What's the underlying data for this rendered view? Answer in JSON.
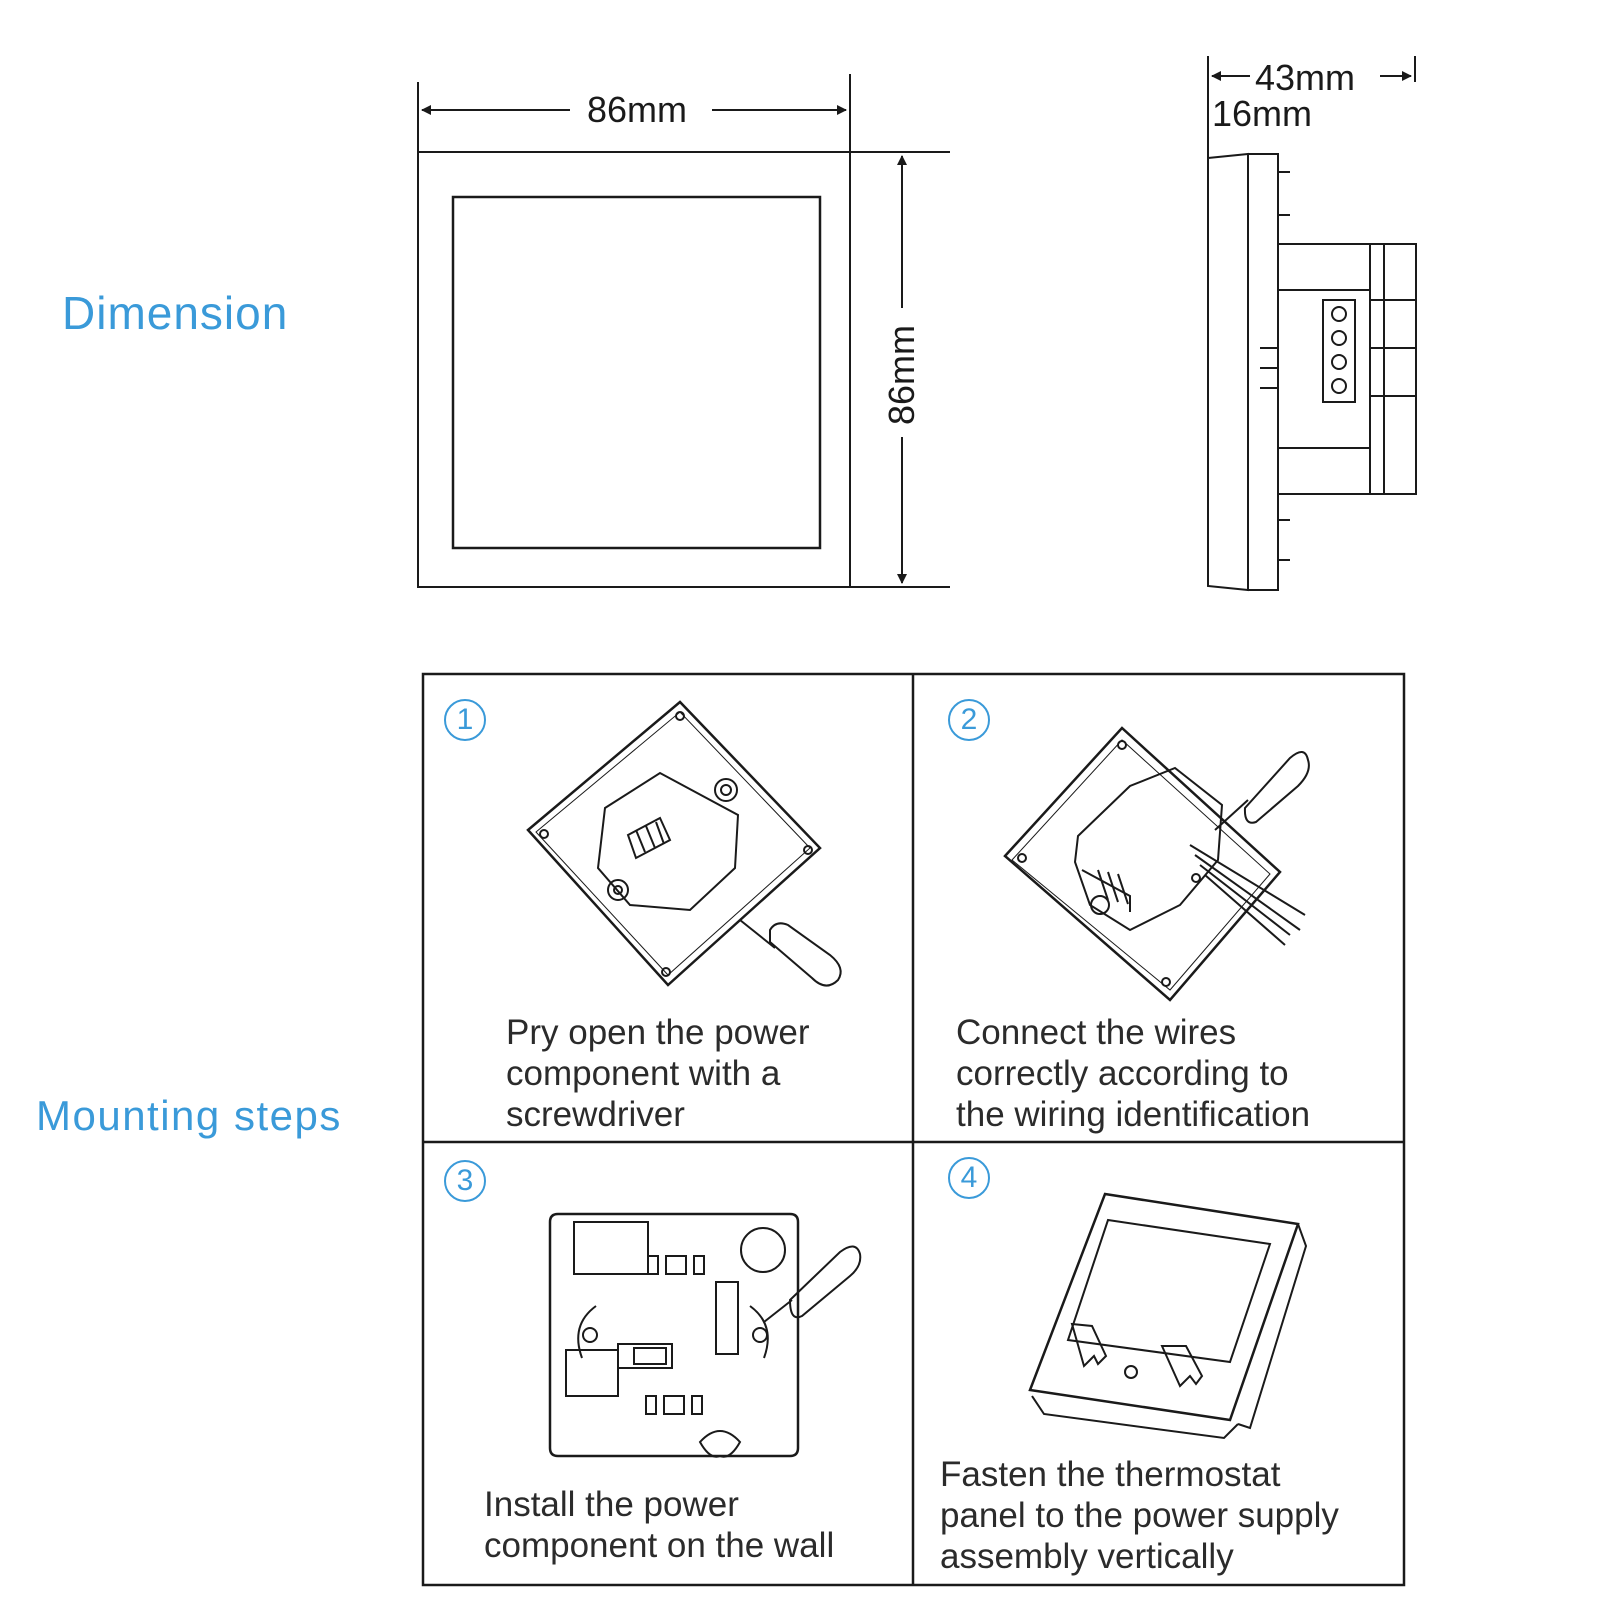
{
  "sections": {
    "dimension_label": "Dimension",
    "mounting_label": "Mounting steps"
  },
  "dimensions": {
    "width": "86mm",
    "height": "86mm",
    "depth_total": "43mm",
    "depth_front": "16mm"
  },
  "steps": [
    {
      "number": "1",
      "caption": [
        "Pry open the power",
        "component with a",
        "screwdriver"
      ]
    },
    {
      "number": "2",
      "caption": [
        "Connect the wires",
        "correctly according to",
        "the wiring  identification"
      ]
    },
    {
      "number": "3",
      "caption": [
        "Install the power",
        "component on the wall"
      ]
    },
    {
      "number": "4",
      "caption": [
        "Fasten the thermostat",
        "panel to the power supply",
        "assembly vertically"
      ]
    }
  ],
  "colors": {
    "accent": "#3a9ad9",
    "line": "#1a1a1a"
  }
}
